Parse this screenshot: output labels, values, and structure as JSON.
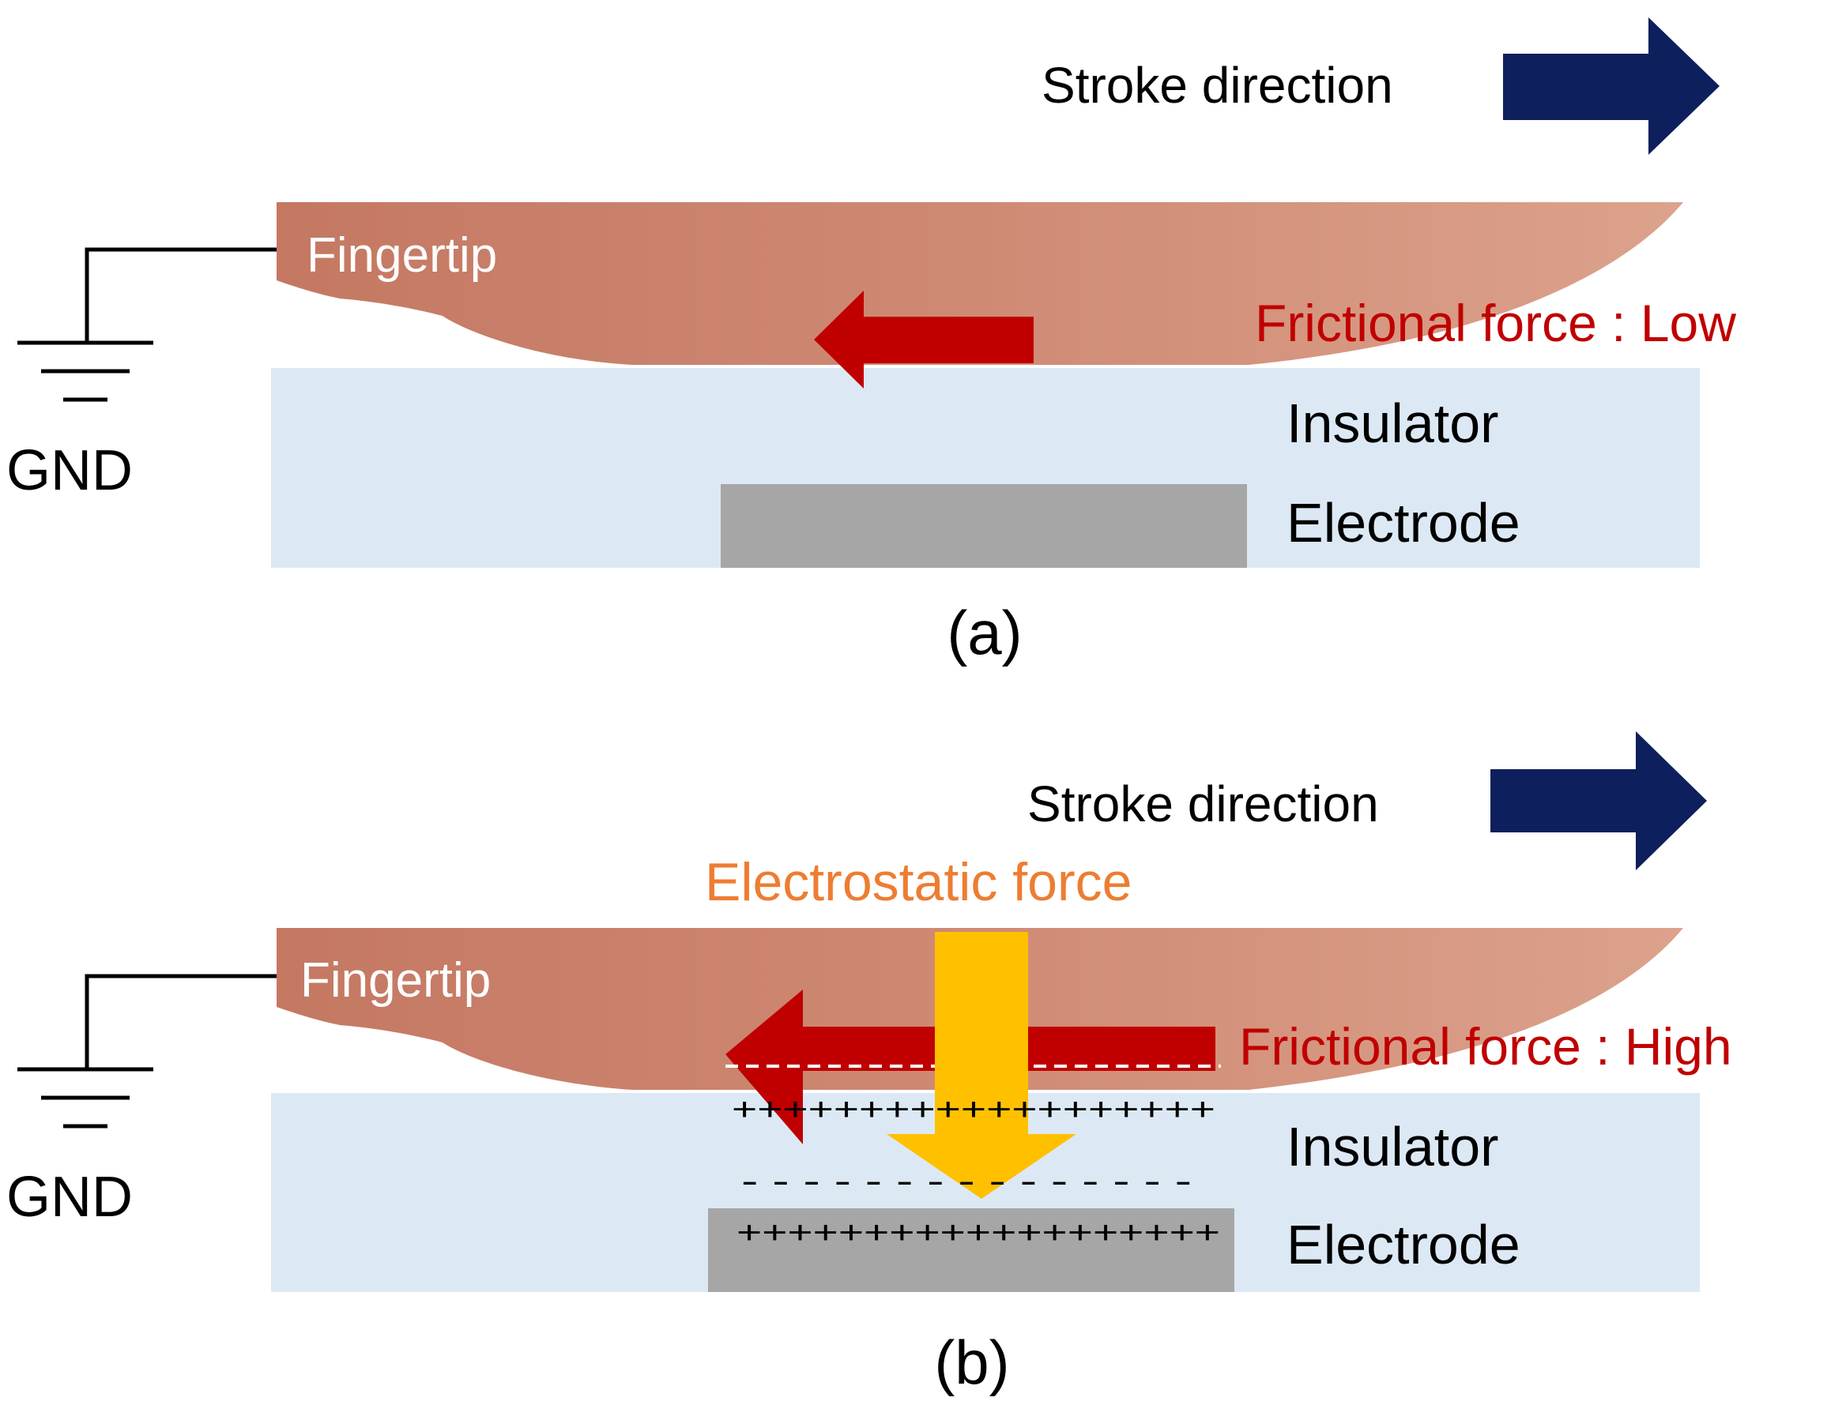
{
  "colors": {
    "stroke_arrow": "#0d1f5c",
    "friction_arrow": "#c00000",
    "friction_label": "#c00000",
    "electrostatic_arrow": "#ffc000",
    "electrostatic_label": "#ed7d31",
    "insulator": "#dce9f5",
    "electrode": "#a6a6a6",
    "skin": "#cf8c76",
    "fingertip_label": "#ffffff",
    "wire": "#000000"
  },
  "panel_a": {
    "stroke_label": "Stroke direction",
    "fingertip_label": "Fingertip",
    "friction_label": "Frictional force : Low",
    "insulator_label": "Insulator",
    "electrode_label": "Electrode",
    "gnd_label": "GND",
    "caption": "(a)"
  },
  "panel_b": {
    "stroke_label": "Stroke direction",
    "electrostatic_label": "Electrostatic force",
    "fingertip_label": "Fingertip",
    "friction_label": "Frictional force : High",
    "insulator_label": "Insulator",
    "electrode_label": "Electrode",
    "gnd_label": "GND",
    "caption": "(b)",
    "skin_charge": "- - - - - - - - - - - - - - - - -",
    "insulator_top_charge": "+++++++++++++++++++",
    "insulator_bottom_charge": "- - - - - - - - - - - - - - -",
    "electrode_charge": "+++++++++++++++++++"
  }
}
